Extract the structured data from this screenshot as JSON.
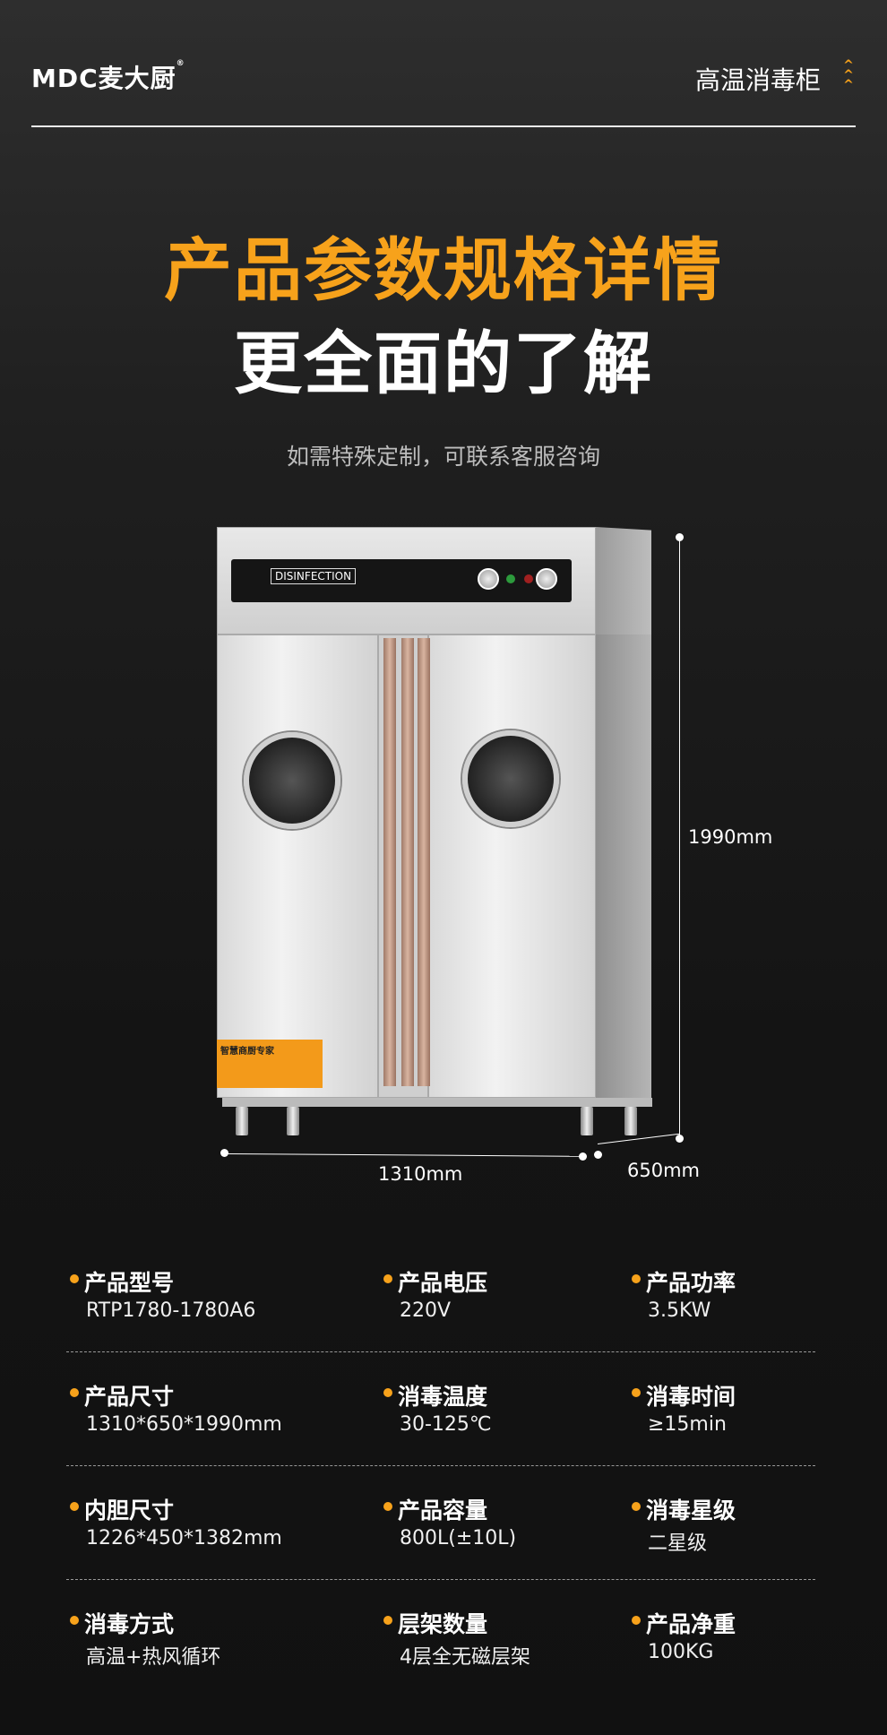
{
  "header": {
    "logo": "MDC麦大厨",
    "logo_mark": "®",
    "category": "高温消毒柜",
    "chevron_icon": "triple-chevron-up-icon"
  },
  "hero": {
    "title": "产品参数规格详情",
    "subtitle": "更全面的了解",
    "note": "如需特殊定制，可联系客服咨询"
  },
  "product_image": {
    "panel_label": "DISINFECTION",
    "sticker": "智慧商厨专家"
  },
  "dimensions": {
    "height": "1990mm",
    "width": "1310mm",
    "depth": "650mm"
  },
  "colors": {
    "accent": "#f7a21b",
    "background": "#151515"
  },
  "specs": [
    [
      {
        "label": "产品型号",
        "value": "RTP1780-1780A6"
      },
      {
        "label": "产品电压",
        "value": "220V"
      },
      {
        "label": "产品功率",
        "value": "3.5KW"
      }
    ],
    [
      {
        "label": "产品尺寸",
        "value": "1310*650*1990mm"
      },
      {
        "label": "消毒温度",
        "value": "30-125℃"
      },
      {
        "label": "消毒时间",
        "value": "≥15min"
      }
    ],
    [
      {
        "label": "内胆尺寸",
        "value": "1226*450*1382mm"
      },
      {
        "label": "产品容量",
        "value": "800L(±10L)"
      },
      {
        "label": "消毒星级",
        "value": "二星级"
      }
    ],
    [
      {
        "label": "消毒方式",
        "value": "高温+热风循环"
      },
      {
        "label": "层架数量",
        "value": "4层全无磁层架"
      },
      {
        "label": "产品净重",
        "value": "100KG"
      }
    ]
  ]
}
